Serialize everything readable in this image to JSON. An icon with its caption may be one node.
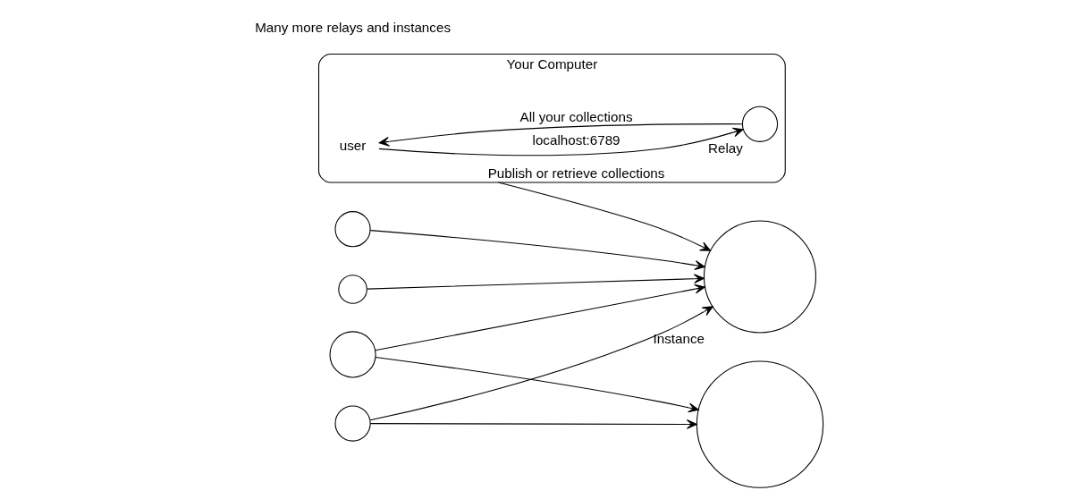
{
  "diagram": {
    "nodes": [
      {
        "text": [
          "Your Computer"
        ]
      },
      {
        "text": [
          "user"
        ],
        "in": 0
      },
      {
        "text": [],
        "shape": "circle",
        "beside": [
          "Relay"
        ],
        "in": 0
      },
      {
        "text": [],
        "shape": "circle",
        "beside": [
          "Instance"
        ]
      },
      {
        "text": [],
        "shape": "circle"
      },
      {
        "text": [],
        "shape": "circle"
      },
      {
        "text": [],
        "shape": "circle"
      },
      {
        "text": [],
        "shape": "circle"
      },
      {
        "text": [],
        "shape": "circle"
      }
    ],
    "edges": [
      {
        "from": 1,
        "to": 2,
        "arrow": "to",
        "label": "localhost:6789"
      },
      {
        "from": 2,
        "to": 1,
        "arrow": "to",
        "label": "All your collections"
      },
      {
        "from": 0,
        "to": 3,
        "arrow": "to",
        "label": "Publish or retrieve collections"
      },
      {
        "from": 4,
        "to": 3,
        "arrow": "to"
      },
      {
        "from": 6,
        "to": 3,
        "arrow": "to"
      },
      {
        "from": 5,
        "to": 3,
        "arrow": "to"
      },
      {
        "from": 7,
        "to": 3,
        "arrow": "to"
      },
      {
        "from": 6,
        "to": 8,
        "arrow": "to"
      },
      {
        "from": 7,
        "to": 8,
        "arrow": "to"
      }
    ],
    "labels": [
      "Many more relays and instances"
    ]
  }
}
